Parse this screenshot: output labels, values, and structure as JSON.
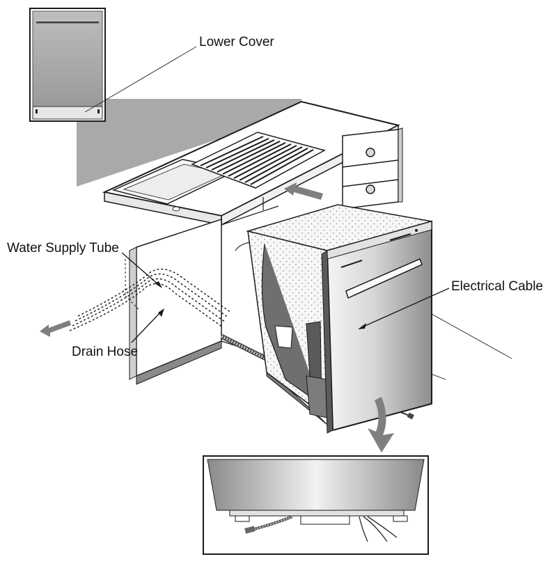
{
  "labels": {
    "lower_cover": "Lower Cover",
    "water_supply_tube": "Water Supply Tube",
    "electrical_cable": "Electrical Cable",
    "drain_hose": "Drain Hose"
  },
  "colors": {
    "line": "#1a1a1a",
    "wall": "#a6a6a6",
    "door_dark": "#8c8c8c",
    "door_light": "#f2f2f2",
    "cover_gray": "#b5b5b5",
    "arrow": "#808080"
  },
  "icons": [
    "push-arrow-icon",
    "drain-direction-arrow-icon",
    "detail-arrow-icon"
  ]
}
